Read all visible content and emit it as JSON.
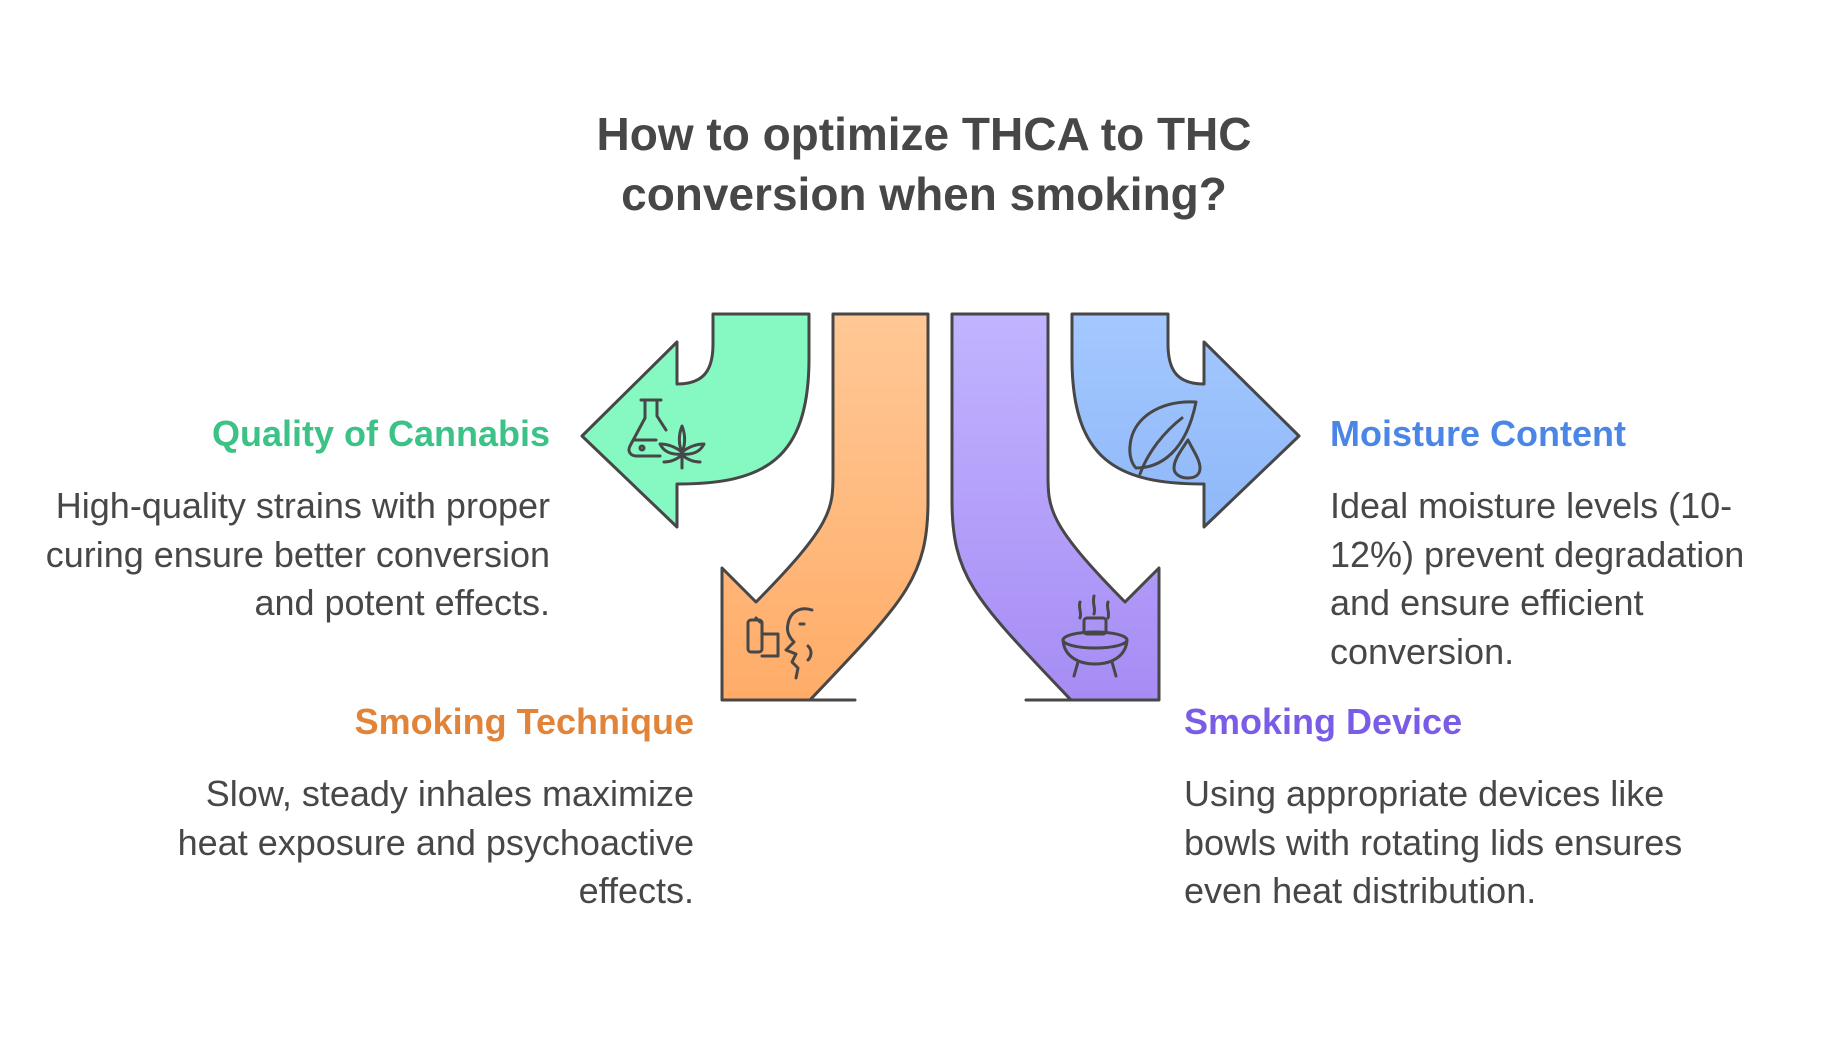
{
  "title": "How to optimize THCA to THC conversion when smoking?",
  "colors": {
    "text": "#474747",
    "outline": "#474747",
    "quality": "#86f8c2",
    "quality_label": "#3cc186",
    "technique": "#ffbd80",
    "technique_label": "#e1843a",
    "device": "#b8a8ff",
    "device_label": "#7a5ce6",
    "moisture": "#9cc2ff",
    "moisture_label": "#4b86e6"
  },
  "items": [
    {
      "label": "Quality of Cannabis",
      "description": "High-quality strains with proper curing ensure better conversion and potent effects.",
      "icon": "flask-cannabis-icon"
    },
    {
      "label": "Smoking Technique",
      "description": "Slow, steady inhales maximize heat exposure and psychoactive effects.",
      "icon": "inhaler-face-icon"
    },
    {
      "label": "Smoking Device",
      "description": "Using appropriate devices like bowls with rotating lids ensures even heat distribution.",
      "icon": "smoking-bowl-icon"
    },
    {
      "label": "Moisture Content",
      "description": "Ideal moisture levels (10-12%) prevent degradation and ensure efficient conversion.",
      "icon": "leaf-droplet-icon"
    }
  ]
}
